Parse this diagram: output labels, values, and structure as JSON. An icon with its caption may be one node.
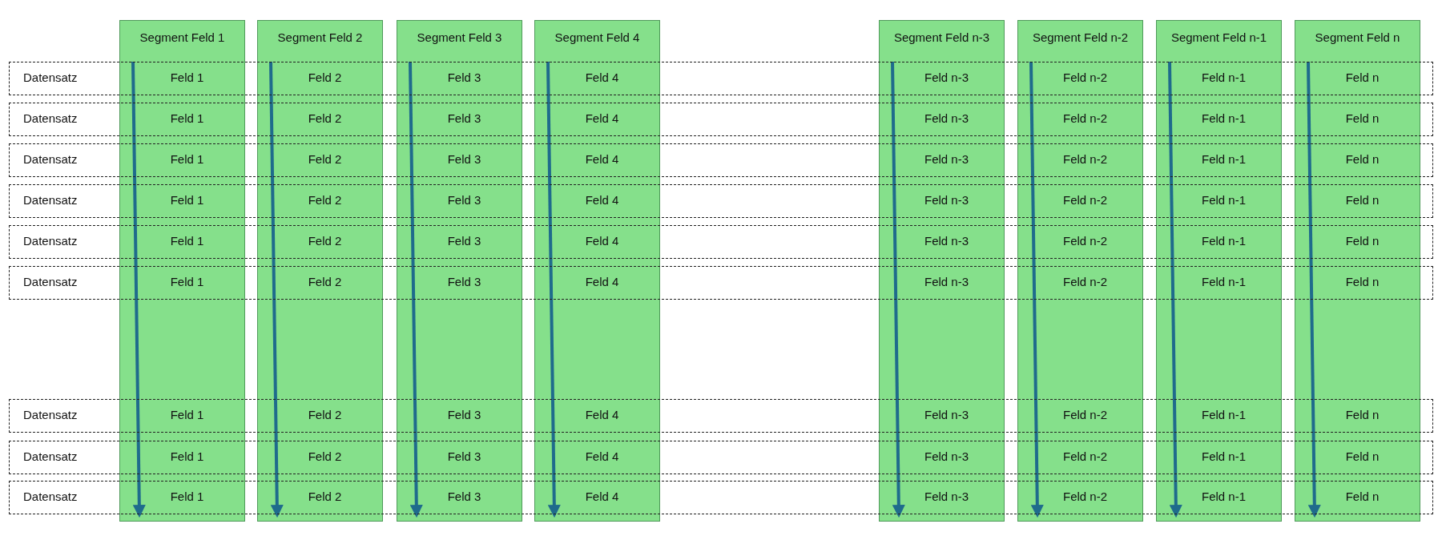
{
  "diagram": {
    "nodes": [
      {
        "text": [
          "Segment Feld 1"
        ]
      },
      {
        "text": [
          "Segment Feld 2"
        ]
      },
      {
        "text": [
          "Segment Feld 3"
        ]
      },
      {
        "text": [
          "Segment Feld 4"
        ]
      },
      {
        "text": [
          "Segment Feld n-3"
        ]
      },
      {
        "text": [
          "Segment Feld n-2"
        ]
      },
      {
        "text": [
          "Segment Feld n-1"
        ]
      },
      {
        "text": [
          "Segment Feld n"
        ]
      }
    ],
    "labels": [
      "Datensatz",
      "Feld 1",
      "Feld 2",
      "Feld 3",
      "Feld 4",
      "Feld n-3",
      "Feld n-2",
      "Feld n-1",
      "Feld n",
      "Datensatz",
      "Feld 1",
      "Feld 2",
      "Feld 3",
      "Feld 4",
      "Feld n-3",
      "Feld n-2",
      "Feld n-1",
      "Feld n",
      "Datensatz",
      "Feld 1",
      "Feld 2",
      "Feld 3",
      "Feld 4",
      "Feld n-3",
      "Feld n-2",
      "Feld n-1",
      "Feld n",
      "Datensatz",
      "Feld 1",
      "Feld 2",
      "Feld 3",
      "Feld 4",
      "Feld n-3",
      "Feld n-2",
      "Feld n-1",
      "Feld n",
      "Datensatz",
      "Feld 1",
      "Feld 2",
      "Feld 3",
      "Feld 4",
      "Feld n-3",
      "Feld n-2",
      "Feld n-1",
      "Feld n",
      "Datensatz",
      "Feld 1",
      "Feld 2",
      "Feld 3",
      "Feld 4",
      "Feld n-3",
      "Feld n-2",
      "Feld n-1",
      "Feld n",
      "Datensatz",
      "Feld 1",
      "Feld 2",
      "Feld 3",
      "Feld 4",
      "Feld n-3",
      "Feld n-2",
      "Feld n-1",
      "Feld n",
      "Datensatz",
      "Feld 1",
      "Feld 2",
      "Feld 3",
      "Feld 4",
      "Feld n-3",
      "Feld n-2",
      "Feld n-1",
      "Feld n",
      "Datensatz",
      "Feld 1",
      "Feld 2",
      "Feld 3",
      "Feld 4",
      "Feld n-3",
      "Feld n-2",
      "Feld n-1",
      "Feld n"
    ]
  }
}
